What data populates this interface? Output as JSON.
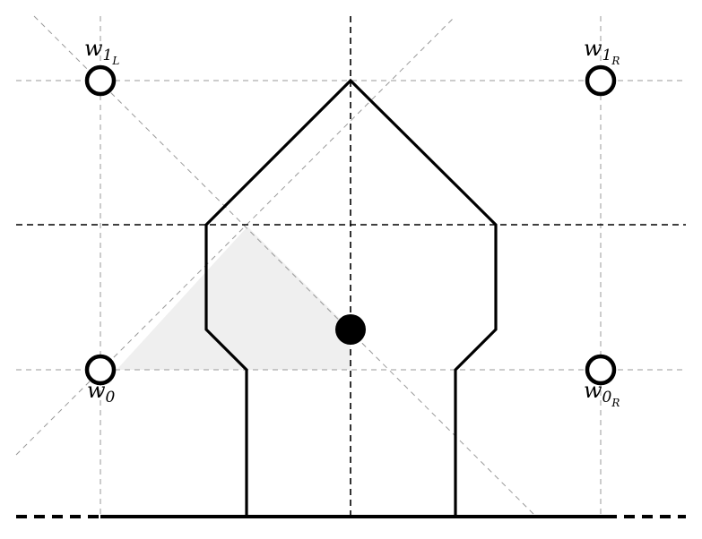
{
  "labels": {
    "w1L": {
      "base": "w",
      "sub": "1",
      "subsub": "L"
    },
    "w1R": {
      "base": "w",
      "sub": "1",
      "subsub": "R"
    },
    "w0": {
      "base": "w",
      "sub": "0"
    },
    "w0R": {
      "base": "w",
      "sub": "0",
      "subsub": "R"
    }
  },
  "colors": {
    "stroke": "#000000",
    "guide": "#999999",
    "shade": "#eeeeee",
    "circle_fill": "#ffffff"
  }
}
